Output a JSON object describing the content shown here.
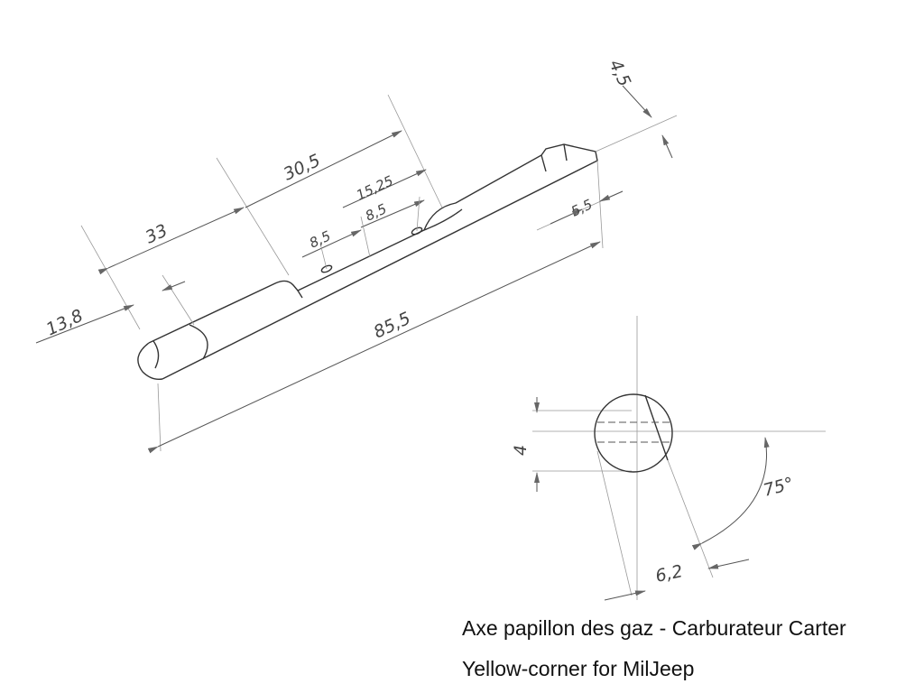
{
  "drawing": {
    "dimensions": {
      "d33": "33",
      "d30_5": "30,5",
      "d15_25": "15,25",
      "d8_5_a": "8,5",
      "d8_5_b": "8,5",
      "d13_8": "13,8",
      "d85_5": "85,5",
      "d5_5": "5,5",
      "d4_5": "4,5",
      "d4": "4",
      "d6_2": "6,2",
      "angle": "75°"
    }
  },
  "caption": {
    "line1": "Axe papillon des gaz - Carburateur Carter",
    "line2": "Yellow-corner for MilJeep"
  }
}
